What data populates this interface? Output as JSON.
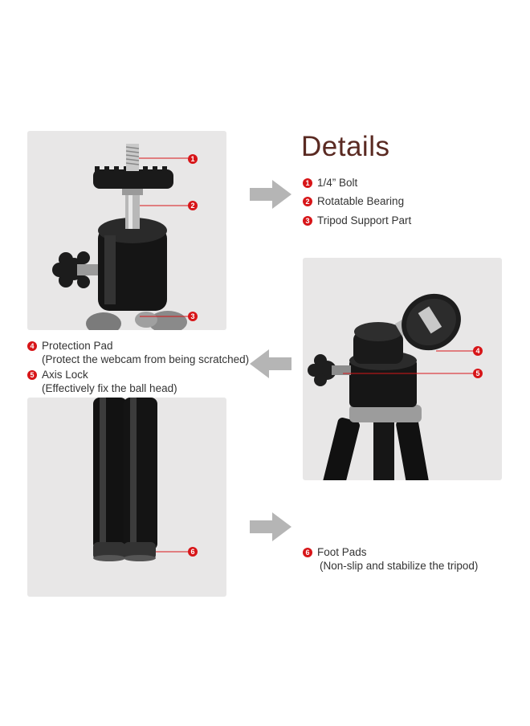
{
  "title": "Details",
  "features": [
    {
      "num": "1",
      "label": "1/4”   Bolt"
    },
    {
      "num": "2",
      "label": "Rotatable Bearing"
    },
    {
      "num": "3",
      "label": "Tripod Support Part"
    },
    {
      "num": "4",
      "label": "Protection Pad",
      "desc": "(Protect the webcam from being scratched)"
    },
    {
      "num": "5",
      "label": "Axis Lock",
      "desc": "(Effectively fix the ball head)"
    },
    {
      "num": "6",
      "label": "Foot Pads",
      "desc": "(Non-slip and stabilize the tripod)"
    }
  ],
  "colors": {
    "accent_red": "#d71518",
    "title_brown": "#5a2a22",
    "panel_gray": "#e8e7e7",
    "arrow_gray": "#b5b5b5"
  }
}
